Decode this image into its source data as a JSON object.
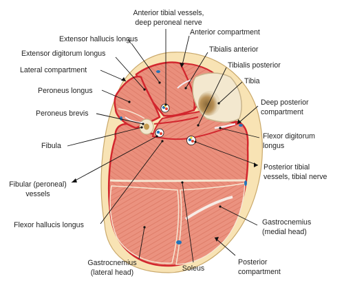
{
  "labels": {
    "anterior_tibial_vessels_1": "Anterior tibial vessels,",
    "anterior_tibial_vessels_2": "deep peroneal nerve",
    "extensor_hallucis_longus": "Extensor hallucis longus",
    "anterior_compartment": "Anterior compartment",
    "extensor_digitorum_longus": "Extensor digitorum longus",
    "tibialis_anterior": "Tibialis anterior",
    "lateral_compartment": "Lateral compartment",
    "tibialis_posterior": "Tibialis posterior",
    "tibia": "Tibia",
    "peroneus_longus": "Peroneus longus",
    "deep_posterior_1": "Deep posterior",
    "deep_posterior_2": "compartment",
    "peroneus_brevis": "Peroneus brevis",
    "flexor_digitorum_1": "Flexor digitorum",
    "flexor_digitorum_2": "longus",
    "fibula": "Fibula",
    "posterior_tibial_1": "Posterior tibial",
    "posterior_tibial_2": "vessels, tibial nerve",
    "fibular_vessels_1": "Fibular (peroneal)",
    "fibular_vessels_2": "vessels",
    "flexor_hallucis_longus": "Flexor hallucis longus",
    "gastrocnemius_medial_1": "Gastrocnemius",
    "gastrocnemius_medial_2": "(medial head)",
    "gastrocnemius_lateral_1": "Gastrocnemius",
    "gastrocnemius_lateral_2": "(lateral head)",
    "soleus": "Soleus",
    "posterior_compartment_1": "Posterior",
    "posterior_compartment_2": "compartment"
  },
  "colors": {
    "skin_fat": "#f8e3b4",
    "muscle": "#ea8f7c",
    "muscle_dark": "#d86f5d",
    "fascia": "#d2262e",
    "bone": "#f3e8cf",
    "marrow": "#c39a4f",
    "artery": "#e24031",
    "vein": "#2474b8",
    "nerve": "#f3d22a",
    "leader": "#111111"
  }
}
